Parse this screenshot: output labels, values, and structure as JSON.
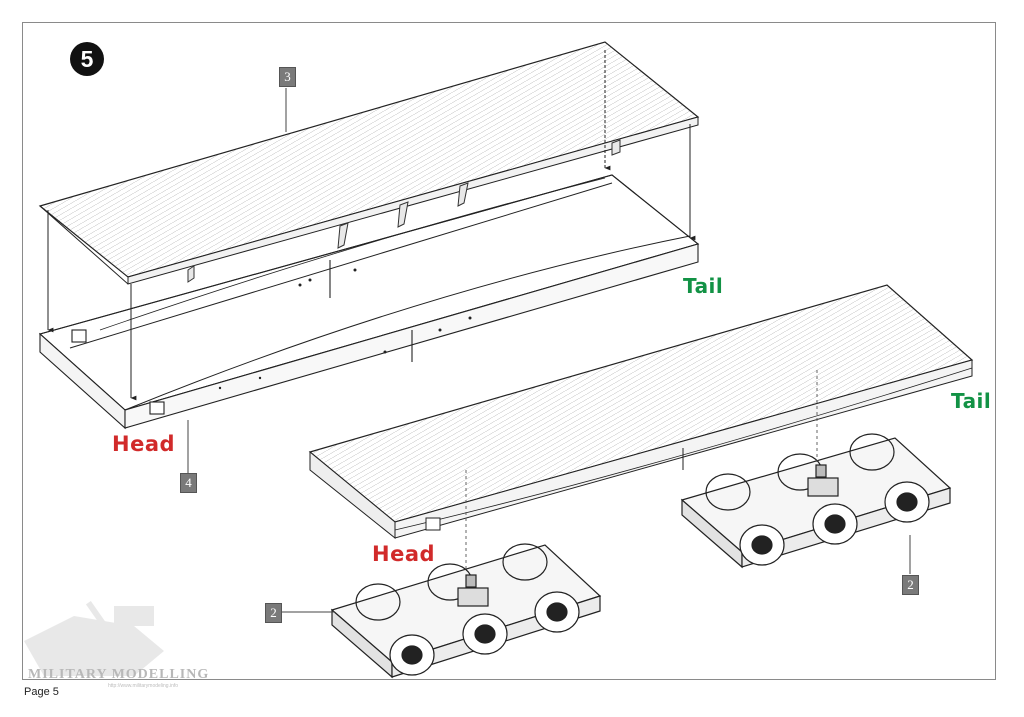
{
  "step": {
    "number": "5"
  },
  "parts": {
    "deck": "3",
    "frame": "4",
    "bogie_left": "2",
    "bogie_right": "2"
  },
  "labels": {
    "head_top": "Head",
    "tail_top": "Tail",
    "head_bottom": "Head",
    "tail_bottom": "Tail"
  },
  "footer": {
    "page": "Page 5"
  },
  "watermark": {
    "text": "MILITARY MODELLING",
    "url": "http://www.militarymodeling.info"
  },
  "colors": {
    "head": "#d12a2a",
    "tail": "#129245",
    "line": "#222222"
  }
}
